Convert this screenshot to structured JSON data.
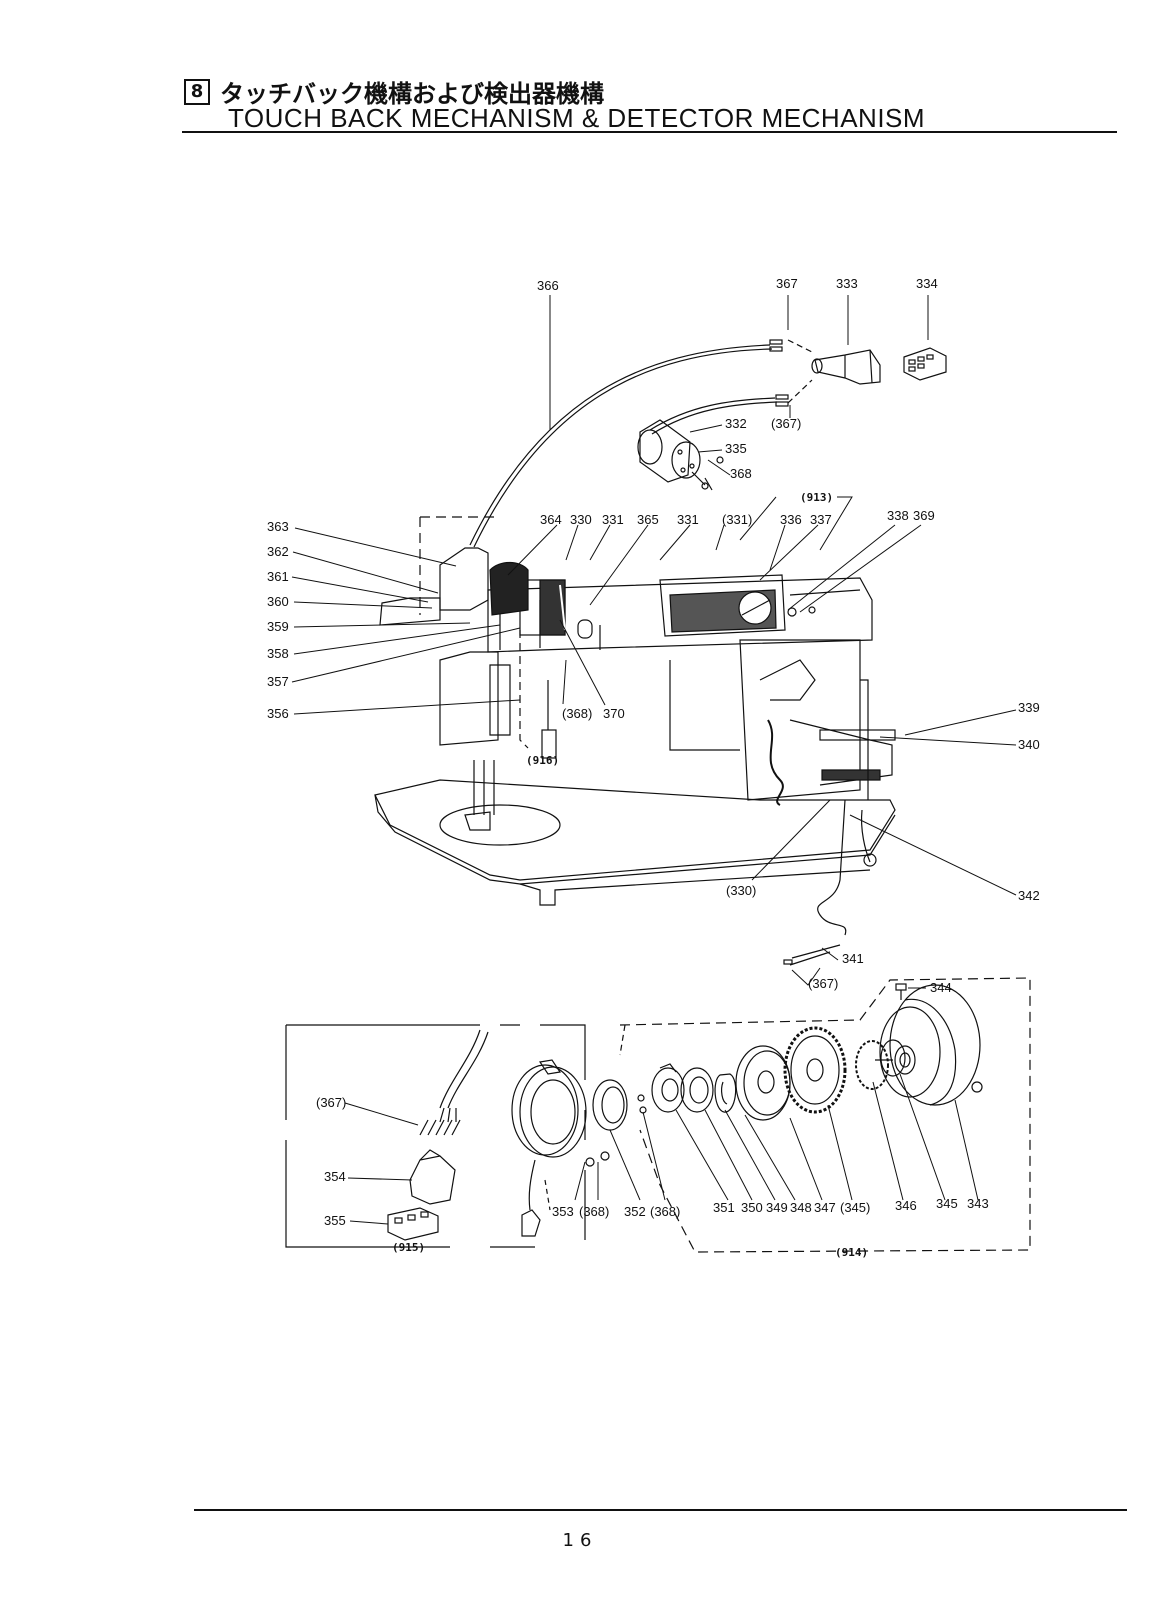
{
  "header": {
    "section_number": "8",
    "title_jp": "タッチバック機構および検出器機構",
    "title_en": "TOUCH BACK MECHANISM & DETECTOR MECHANISM"
  },
  "footer": {
    "page_number": "16"
  },
  "labels": {
    "l366": "366",
    "l367a": "367",
    "l333": "333",
    "l334": "334",
    "l332": "332",
    "l367b": "(367)",
    "l335": "335",
    "l368a": "368",
    "l913": "(913)",
    "l364": "364",
    "l330": "330",
    "l331a": "331",
    "l365": "365",
    "l331b": "331",
    "l331c": "(331)",
    "l336": "336",
    "l337": "337",
    "l338": "338",
    "l369": "369",
    "l363": "363",
    "l362": "362",
    "l361": "361",
    "l360": "360",
    "l359": "359",
    "l358": "358",
    "l357": "357",
    "l356": "356",
    "l368b": "(368)",
    "l370": "370",
    "l916": "(916)",
    "l339": "339",
    "l340": "340",
    "l330b": "(330)",
    "l342": "342",
    "l341": "341",
    "l367c": "(367)",
    "l344": "344",
    "l367d": "(367)",
    "l354": "354",
    "l355": "355",
    "l915": "(915)",
    "l353": "353",
    "l368c": "(368)",
    "l352": "352",
    "l368d": "(368)",
    "l351": "351",
    "l350": "350",
    "l349": "349",
    "l348": "348",
    "l347": "347",
    "l345a": "(345)",
    "l346": "346",
    "l345b": "345",
    "l343": "343",
    "l914": "(914)"
  }
}
